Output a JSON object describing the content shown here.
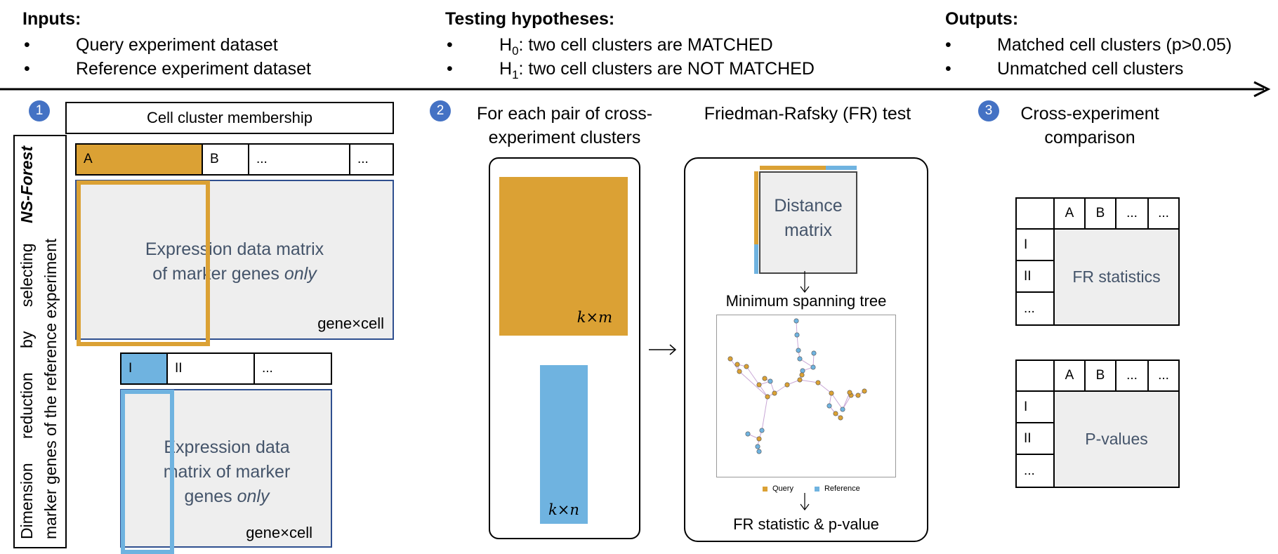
{
  "inputs": {
    "header": "Inputs:",
    "items": [
      "Query experiment dataset",
      "Reference experiment dataset"
    ]
  },
  "testing": {
    "header": "Testing hypotheses:",
    "h0_label": "H",
    "h0_sub": "0",
    "h0_text": ": two cell clusters are MATCHED",
    "h1_label": "H",
    "h1_sub": "1",
    "h1_text": ": two cell clusters are NOT MATCHED"
  },
  "outputs": {
    "header": "Outputs:",
    "items": [
      "Matched cell clusters (p>0.05)",
      "Unmatched cell clusters"
    ]
  },
  "bullet": "•",
  "step1": {
    "number": "1",
    "membership_label": "Cell cluster membership",
    "side_text_line1_a": "Dimension reduction by selecting",
    "side_text_line1_b": "NS-Forest",
    "side_text_line2": "marker genes of the reference experiment",
    "query_clusters": [
      "A",
      "B",
      "...",
      "..."
    ],
    "query_matrix_line1": "Expression data matrix",
    "query_matrix_line2_a": "of marker genes ",
    "query_matrix_line2_b": "only",
    "query_dims": "gene×cell",
    "ref_clusters": [
      "I",
      "II",
      "..."
    ],
    "ref_matrix_line1": "Expression data",
    "ref_matrix_line2": "matrix of marker",
    "ref_matrix_line3_a": "genes ",
    "ref_matrix_line3_b": "only",
    "ref_dims": "gene×cell"
  },
  "step2": {
    "number": "2",
    "title": "For each pair of cross-experiment clusters",
    "query_dims": "k×m",
    "ref_dims": "k×n",
    "fr_title": "Friedman-Rafsky (FR) test",
    "distance_matrix_line1": "Distance",
    "distance_matrix_line2": "matrix",
    "mst_label": "Minimum spanning tree",
    "legend_query": "Query",
    "legend_reference": "Reference",
    "result_label": "FR statistic & p-value"
  },
  "step3": {
    "number": "3",
    "title": "Cross-experiment comparison",
    "table1": {
      "columns": [
        "A",
        "B",
        "...",
        "..."
      ],
      "rows": [
        "I",
        "II",
        "..."
      ],
      "label": "FR statistics"
    },
    "table2": {
      "columns": [
        "A",
        "B",
        "...",
        "..."
      ],
      "rows": [
        "I",
        "II",
        "..."
      ],
      "label": "P-values"
    }
  },
  "colors": {
    "query": "#dba134",
    "reference": "#6fb3e0",
    "step_circle": "#4472c4",
    "matrix_fill": "#eeeeee",
    "matrix_border": "#2f4f8f",
    "mst_edge": "#c9a7d6"
  },
  "mst_nodes": [
    {
      "q": false
    },
    {
      "q": false
    },
    {
      "q": false
    },
    {
      "q": false
    },
    {
      "q": false
    },
    {
      "q": false
    },
    {
      "q": false
    },
    {
      "q": true
    },
    {
      "q": true
    },
    {
      "q": true
    },
    {
      "q": true
    },
    {
      "q": true
    },
    {
      "q": false
    },
    {
      "q": true
    },
    {
      "q": true
    },
    {
      "q": true
    },
    {
      "q": true
    },
    {
      "q": true
    },
    {
      "q": true
    },
    {
      "q": true
    },
    {
      "q": true
    },
    {
      "q": false
    },
    {
      "q": true
    },
    {
      "q": true
    },
    {
      "q": true
    },
    {
      "q": true
    },
    {
      "q": false
    },
    {
      "q": true
    },
    {
      "q": true
    },
    {
      "q": false
    },
    {
      "q": true
    },
    {
      "q": false
    },
    {
      "q": false
    },
    {
      "q": false
    }
  ]
}
